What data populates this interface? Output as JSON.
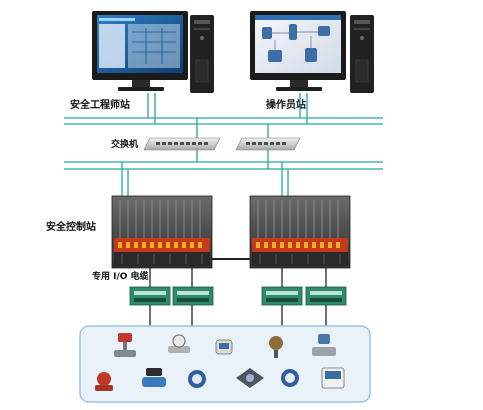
{
  "labels": {
    "engineer_station": "安全工程师站",
    "operator_station": "操作员站",
    "switch": "交换机",
    "safety_control_station": "安全控制站",
    "io_cable": "专用 I/O 电缆"
  },
  "colors": {
    "network_line": "#2aa6a2",
    "cabinet_dark": "#3f3f3f",
    "io_strip": "#c43a1a",
    "terminal_board": "#2f8a6a",
    "field_panel": "#e9f1f9",
    "field_border": "#9cc3e6"
  },
  "icons": {
    "workstation": "desktop-computer-icon",
    "switch": "network-switch-icon",
    "controller": "control-cabinet-icon",
    "terminal": "terminal-board-icon",
    "field_devices": [
      "valve-actuator-icon",
      "flow-meter-icon",
      "pressure-transmitter-icon",
      "level-sensor-icon",
      "flow-transmitter-icon",
      "red-valve-icon",
      "vortex-meter-icon",
      "temperature-transmitter-icon",
      "analyzer-icon",
      "gauge-icon",
      "display-unit-icon"
    ]
  }
}
